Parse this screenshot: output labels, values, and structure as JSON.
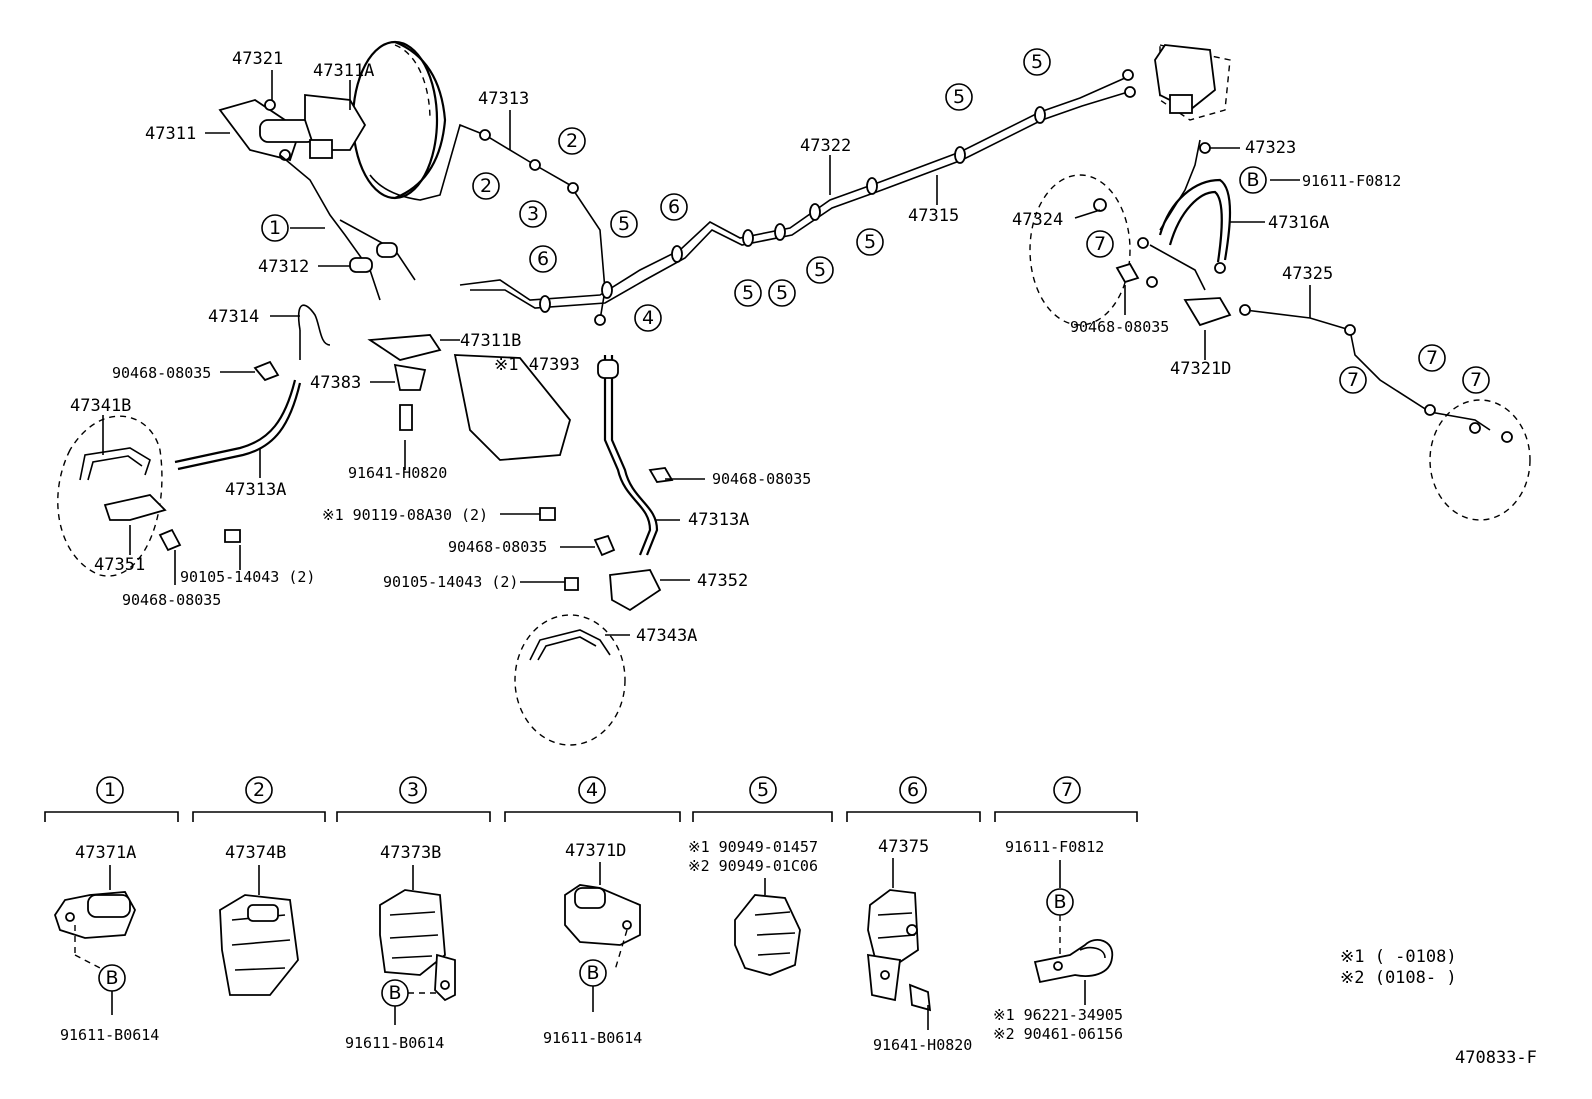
{
  "callouts": {
    "p47321": "47321",
    "p47311A": "47311A",
    "p47311": "47311",
    "p47313": "47313",
    "p47312": "47312",
    "p47314": "47314",
    "p47311B": "47311B",
    "p47383": "47383",
    "p47393": "※1 47393",
    "p90468_a": "90468-08035",
    "p47341B": "47341B",
    "p47313A_left": "47313A",
    "p91641": "91641-H0820",
    "p90119": "※1  90119-08A30 (2)",
    "p47351": "47351",
    "p90105_left": "90105-14043 (2)",
    "p90468_b": "90468-08035",
    "p90468_c": "90468-08035",
    "p47313A_mid": "47313A",
    "p90468_d": "90468-08035",
    "p90105_mid": "90105-14043 (2)",
    "p47352": "47352",
    "p47343A": "47343A",
    "p47322": "47322",
    "p47315": "47315",
    "p47323": "47323",
    "p91611_F0812": "91611-F0812",
    "p47324": "47324",
    "p47316A": "47316A",
    "p47325": "47325",
    "p90468_e": "90468-08035",
    "p47321D": "47321D"
  },
  "circled_numbers": {
    "n1": "1",
    "n2": "2",
    "n3": "3",
    "n4": "4",
    "n5": "5",
    "n6": "6",
    "n7": "7",
    "B": "B"
  },
  "legend_groups": [
    {
      "index": "1",
      "part": "47371A",
      "sub": "91611-B0614",
      "sub_callout": "B"
    },
    {
      "index": "2",
      "part": "47374B"
    },
    {
      "index": "3",
      "part": "47373B",
      "sub": "91611-B0614",
      "sub_callout": "B"
    },
    {
      "index": "4",
      "part": "47371D",
      "sub": "91611-B0614",
      "sub_callout": "B"
    },
    {
      "index": "5",
      "note1": "※1 90949-01457",
      "note2": "※2 90949-01C06"
    },
    {
      "index": "6",
      "part": "47375",
      "sub": "91641-H0820"
    },
    {
      "index": "7",
      "part": "91611-F0812",
      "sub_callout": "B",
      "note1": "※1 96221-34905",
      "note2": "※2 90461-06156"
    }
  ],
  "footnotes": {
    "f1": "※1 (        -0108)",
    "f2": "※2 (0108-        )"
  },
  "drawing_code": "470833-F"
}
